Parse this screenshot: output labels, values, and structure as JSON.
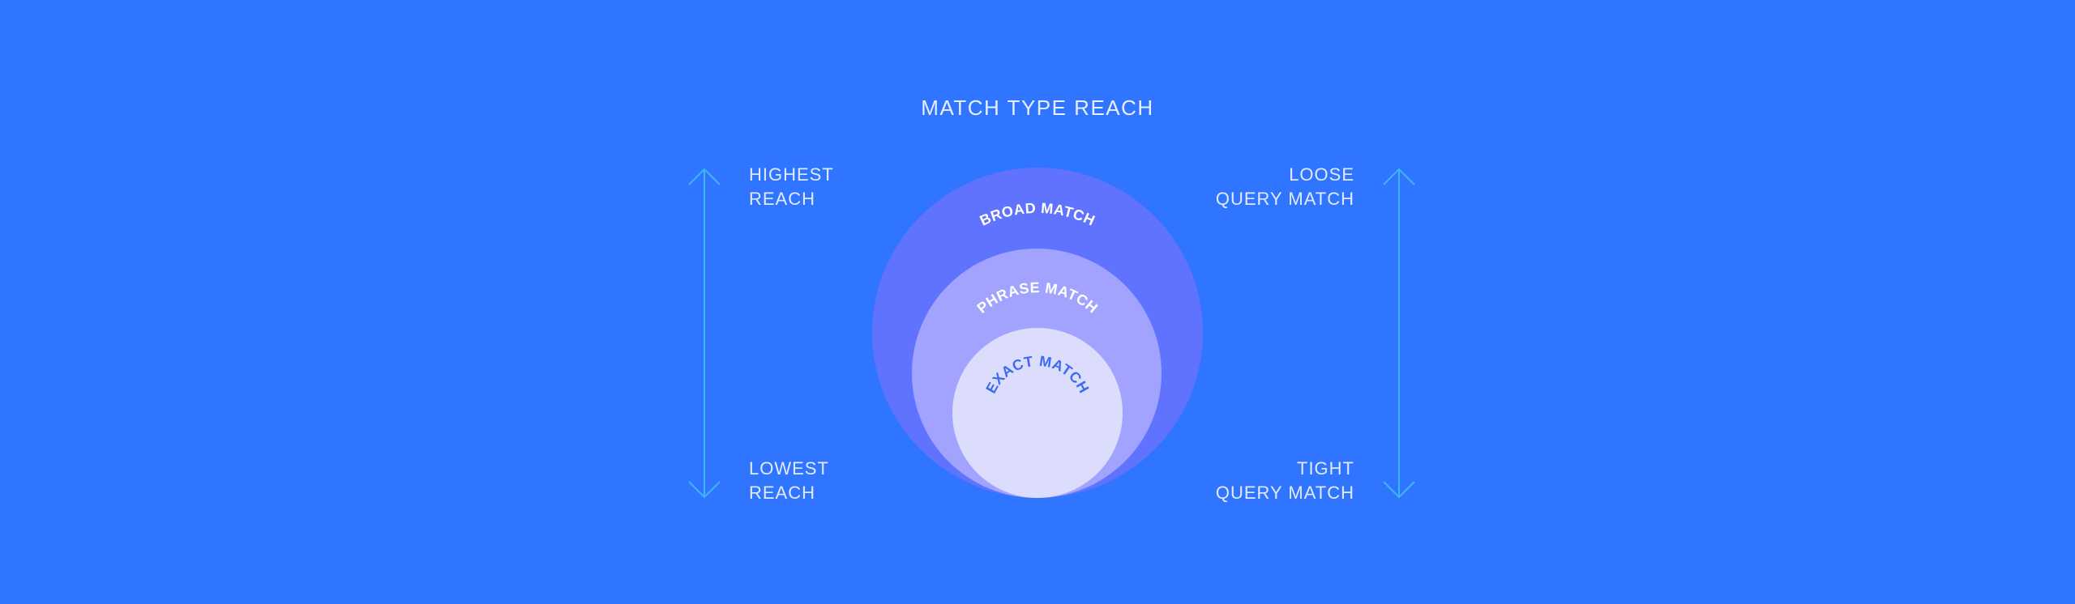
{
  "title": "MATCH TYPE REACH",
  "left_axis": {
    "top_label": [
      "HIGHEST",
      "REACH"
    ],
    "bottom_label": [
      "LOWEST",
      "REACH"
    ]
  },
  "right_axis": {
    "top_label": [
      "LOOSE",
      "QUERY MATCH"
    ],
    "bottom_label": [
      "TIGHT",
      "QUERY MATCH"
    ]
  },
  "circles": [
    {
      "label": "BROAD MATCH",
      "fill": "#5f73ff",
      "text_color": "#ffffff"
    },
    {
      "label": "PHRASE MATCH",
      "fill": "#a2a3ff",
      "text_color": "#ffffff"
    },
    {
      "label": "EXACT MATCH",
      "fill": "#dcdcfd",
      "text_color": "#3a6cf0"
    }
  ],
  "colors": {
    "background": "#2f75ff",
    "arrow": "#3fb5f5"
  }
}
